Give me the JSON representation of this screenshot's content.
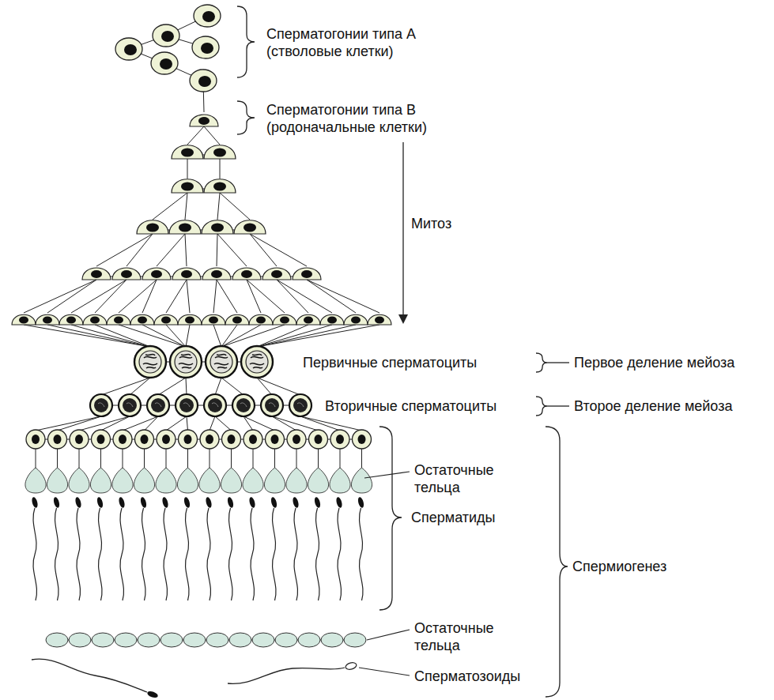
{
  "diagram": {
    "labels": [
      "Сперматогонии типа А (стволовые клетки)",
      "Сперматогонии типа В (родоначальные клетки)",
      "Митоз",
      "Первичные сперматоциты",
      "Первое деление мейоза",
      "Вторичные сперматоциты",
      "Второе деление мейоза",
      "Остаточные тельца",
      "Сперматиды",
      "Спермиогенез",
      "Остаточные тельца",
      "Сперматозоиды"
    ]
  }
}
